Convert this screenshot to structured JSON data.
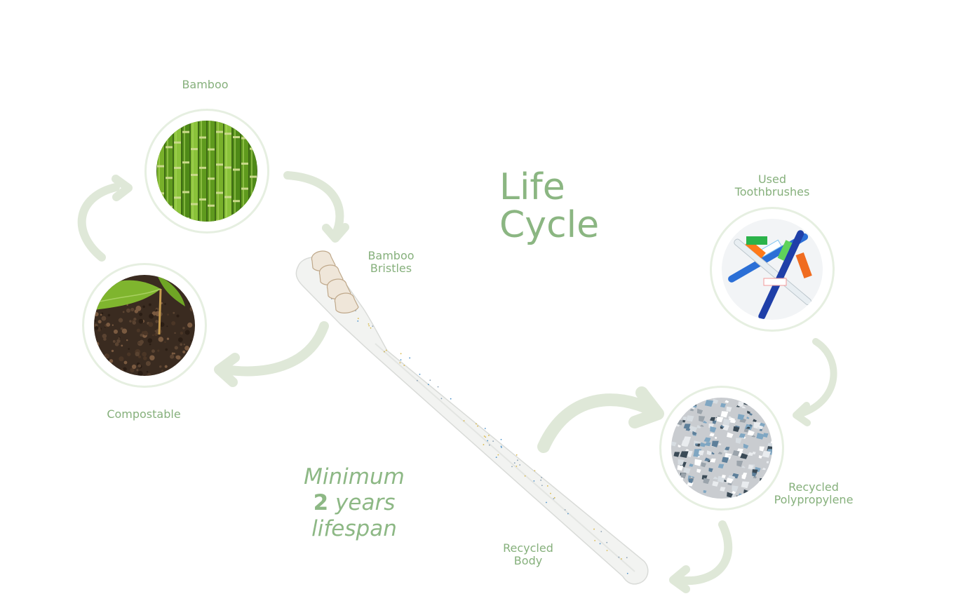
{
  "title": {
    "line1": "Life",
    "line2": "Cycle"
  },
  "labels": {
    "bamboo": "Bamboo",
    "compostable": "Compostable",
    "bamboo_bristles": {
      "line1": "Bamboo",
      "line2": "Bristles"
    },
    "used_toothbrushes": {
      "line1": "Used",
      "line2": "Toothbrushes"
    },
    "recycled_polypropylene": {
      "line1": "Recycled",
      "line2": "Polypropylene"
    },
    "recycled_body": {
      "line1": "Recycled",
      "line2": "Body"
    }
  },
  "lifespan": {
    "line1": "Minimum",
    "number": "2",
    "line2_suffix": " years",
    "line3": "lifespan"
  },
  "images": [
    {
      "name": "bamboo-image",
      "subject": "bamboo stalks"
    },
    {
      "name": "soil-sprout-image",
      "subject": "plant sprout in soil"
    },
    {
      "name": "used-toothbrushes-image",
      "subject": "pile of used toothbrushes"
    },
    {
      "name": "polypropylene-flakes-image",
      "subject": "recycled polypropylene flakes"
    }
  ],
  "colors": {
    "accent": "#86b07c",
    "arrow": "#dfe8d8",
    "circle_border": "#e6efe1"
  }
}
